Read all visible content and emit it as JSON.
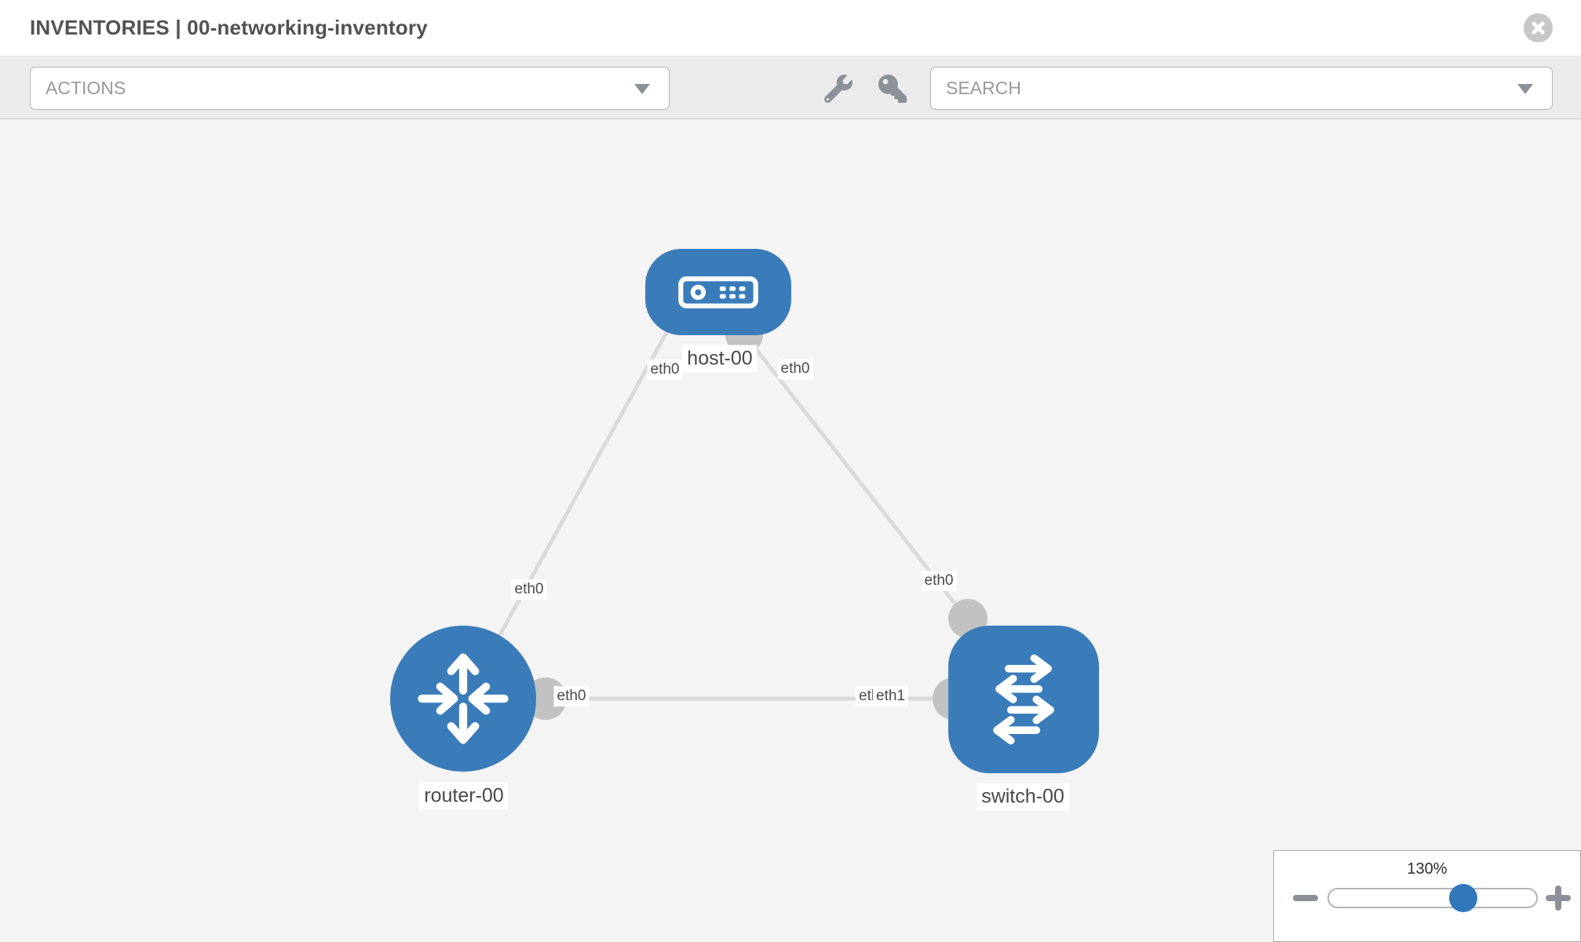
{
  "header": {
    "title": "INVENTORIES | 00-networking-inventory"
  },
  "toolbar": {
    "actions_placeholder": "ACTIONS",
    "search_placeholder": "SEARCH",
    "icons": [
      "wrench-icon",
      "key-icon"
    ]
  },
  "topology": {
    "nodes": [
      {
        "label": "host-00",
        "type": "host"
      },
      {
        "label": "router-00",
        "type": "router"
      },
      {
        "label": "switch-00",
        "type": "switch"
      }
    ],
    "links": [
      {
        "from": "host-00",
        "to": "router-00"
      },
      {
        "from": "host-00",
        "to": "switch-00"
      },
      {
        "from": "router-00",
        "to": "switch-00"
      }
    ],
    "interfaces": {
      "host_router_host_end": "eth0",
      "host_router_router_end": "eth0",
      "host_switch_host_end": "eth0",
      "host_switch_switch_end": "eth0",
      "router_switch_router_end": "eth0",
      "router_switch_switch_end_back": "eth1",
      "router_switch_switch_end_front": "eth1"
    }
  },
  "zoom_control": {
    "value": "130%",
    "minus_icon": "minus",
    "plus_icon": "plus"
  },
  "colors": {
    "node_blue": "#3a7cba",
    "link_gray": "#dadada",
    "connector_gray": "#c2c2c2",
    "slider_handle_blue": "#3178ba"
  }
}
